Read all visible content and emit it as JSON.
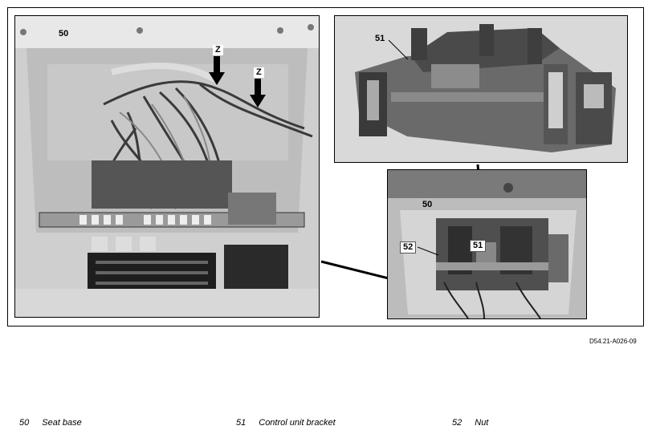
{
  "figure": {
    "callouts": {
      "main_seat_base": "50",
      "arrow_z1": "Z",
      "arrow_z2": "Z",
      "detail_bracket": "51",
      "inset_seat_base": "50",
      "inset_nut": "52",
      "inset_bracket": "51"
    },
    "figure_code": "D54.21-A026-09"
  },
  "legend": [
    {
      "num": "50",
      "text": "Seat base"
    },
    {
      "num": "51",
      "text": "Control unit bracket"
    },
    {
      "num": "52",
      "text": "Nut"
    }
  ]
}
